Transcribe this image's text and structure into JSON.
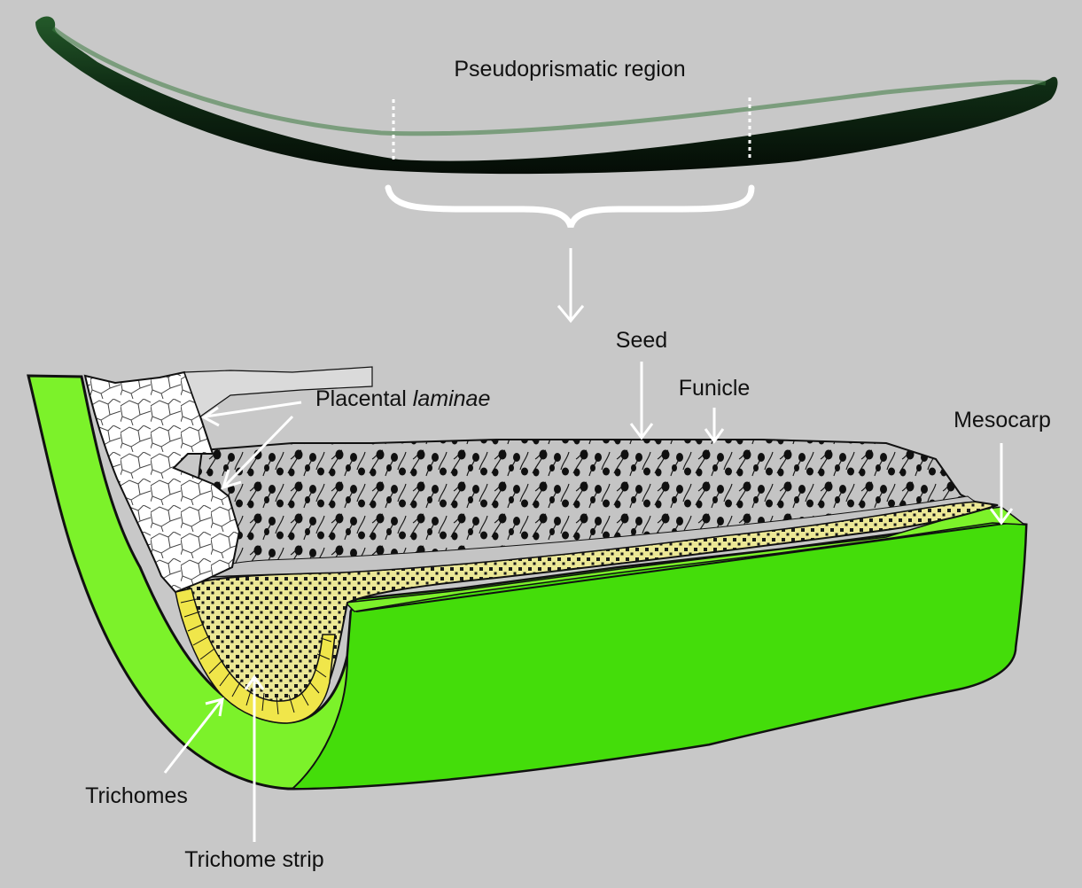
{
  "labels": {
    "region": "Pseudoprismatic region",
    "seed": "Seed",
    "funicle": "Funicle",
    "placental_prefix": "Placental ",
    "placental_italic": "laminae",
    "mesocarp": "Mesocarp",
    "trichomes": "Trichomes",
    "trichome_strip": "Trichome strip"
  },
  "colors": {
    "background": "#c8c8c8",
    "pod": "#0f2a14",
    "mesocarp_top": "#7cf22a",
    "mesocarp_side": "#44dd0a",
    "strip": "#ece896",
    "trichomes": "#f0e64a",
    "placenta": "#ffffff",
    "seed_bed": "#c4c4c4",
    "arrows": "#ffffff"
  }
}
